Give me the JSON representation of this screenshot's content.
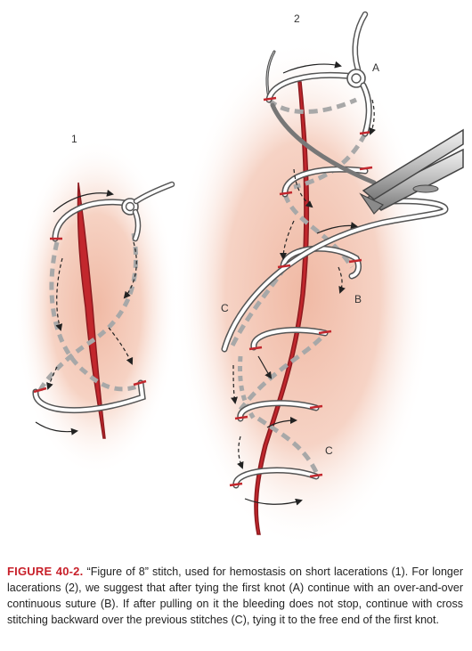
{
  "labels": {
    "panel_1": "1",
    "panel_2": "2",
    "label_a": "A",
    "label_b": "B",
    "label_c_left": "C",
    "label_c_bottom": "C"
  },
  "caption": {
    "figure_number": "FIGURE 40-2.",
    "text": "“Figure of 8” stitch, used for hemostasis on short lacerations (1). For longer lacerations (2), we suggest that after tying the first knot (A) continue with an over-and-over continuous suture (B). If after pulling on it the bleeding does not stop, continue with cross stitching backward over the previous stitches (C), tying it to the free end of the first knot."
  },
  "colors": {
    "wound": "#c2272d",
    "suture": "#ffffff",
    "suture_outline": "#555555",
    "hidden_suture": "#a8a8a8",
    "skin": "#f2c3b0",
    "caption_title": "#c8202a"
  },
  "icons": [
    "needle-icon",
    "forceps-icon",
    "knot-icon",
    "arrow-icon"
  ]
}
